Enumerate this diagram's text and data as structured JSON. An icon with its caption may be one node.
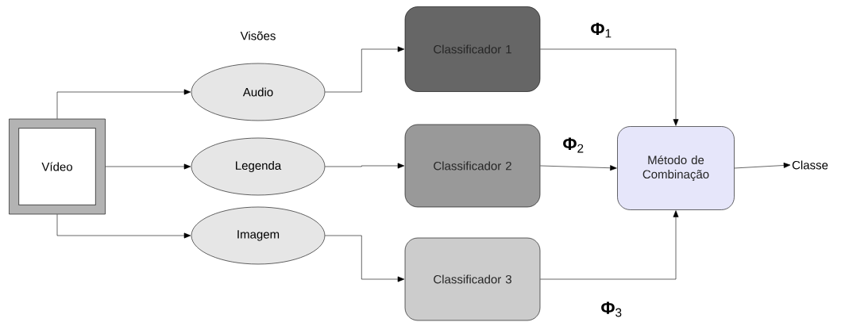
{
  "diagram": {
    "nodes": [
      {
        "text": [
          "Vídeo"
        ]
      },
      {
        "text": [
          "Audio"
        ]
      },
      {
        "text": [
          "Legenda"
        ]
      },
      {
        "text": [
          "Imagem"
        ]
      },
      {
        "text": [
          "Classificador 1"
        ]
      },
      {
        "text": [
          "Classificador 2"
        ]
      },
      {
        "text": [
          "Classificador 3"
        ]
      },
      {
        "text": [
          "Método de Combinação"
        ]
      },
      {
        "text": [
          "Classe"
        ]
      }
    ],
    "edges": [
      {
        "from": 0,
        "to": 1,
        "arrow": "to"
      },
      {
        "from": 0,
        "to": 2,
        "arrow": "to"
      },
      {
        "from": 0,
        "to": 3,
        "arrow": "to"
      },
      {
        "from": 1,
        "to": 4,
        "arrow": "to"
      },
      {
        "from": 2,
        "to": 5,
        "arrow": "to"
      },
      {
        "from": 3,
        "to": 6,
        "arrow": "to"
      },
      {
        "from": 4,
        "to": 7,
        "arrow": "to",
        "label": "**Φ**$_{1}$"
      },
      {
        "from": 5,
        "to": 7,
        "arrow": "to",
        "label": "**Φ**$_{2}$"
      },
      {
        "from": 6,
        "to": 7,
        "arrow": "to",
        "label": "**Φ**$_{3}$"
      },
      {
        "from": 7,
        "to": 8,
        "arrow": "to"
      }
    ],
    "labels": [
      "Visões"
    ]
  }
}
